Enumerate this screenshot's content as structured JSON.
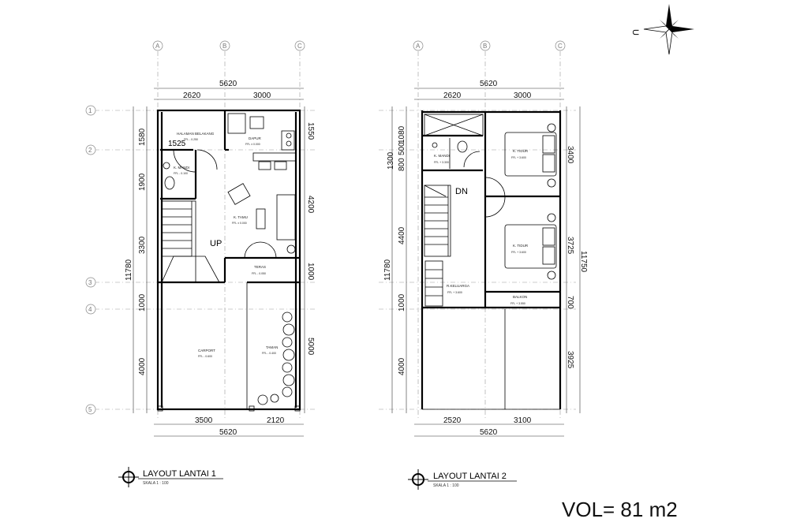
{
  "compass": {
    "north_label": "U"
  },
  "grid_columns": [
    "A",
    "B",
    "C"
  ],
  "grid_rows": [
    "1",
    "2",
    "3",
    "4",
    "5"
  ],
  "floor1": {
    "title": "LAYOUT LANTAI 1",
    "scale": "SKALA 1 : 100",
    "dims_top": {
      "total": "5620",
      "left": "2620",
      "right": "3000"
    },
    "dims_left": {
      "total": "11780",
      "segments": [
        "1580",
        "1900",
        "3300",
        "1000",
        "4000"
      ]
    },
    "dims_right": [
      "1550",
      "4200",
      "1000",
      "5000"
    ],
    "dims_bottom": {
      "left": "3500",
      "right": "2120",
      "total": "5620"
    },
    "dim_inner": "1525",
    "stair_label": "UP",
    "rooms": [
      {
        "name": "HALAMAN BELAKANG",
        "ffl": "FFL - 0.250"
      },
      {
        "name": "DAPUR",
        "ffl": "FFL ± 0.000"
      },
      {
        "name": "K. MANDI",
        "ffl": "FFL - 0.100"
      },
      {
        "name": "K. TAMU",
        "ffl": "FFL ± 0.000"
      },
      {
        "name": "TERAS",
        "ffl": "FFL - 0.050"
      },
      {
        "name": "CARPORT",
        "ffl": "FFL - 0.600"
      },
      {
        "name": "TAMAN",
        "ffl": "FFL - 0.400"
      }
    ]
  },
  "floor2": {
    "title": "LAYOUT LANTAI 2",
    "scale": "SKALA 1 : 100",
    "dims_top": {
      "total": "5620",
      "left": "2620",
      "right": "3000"
    },
    "dims_left": {
      "total": "11780",
      "segments": [
        "1080",
        "500",
        "800",
        "1300",
        "4400",
        "1000",
        "4000"
      ]
    },
    "dims_right": {
      "total": "11750",
      "segments": [
        "3400",
        "3725",
        "700",
        "3925"
      ]
    },
    "dims_bottom": {
      "left": "2520",
      "right": "3100",
      "total": "5620"
    },
    "stair_label": "DN",
    "rooms": [
      {
        "name": "K. MANDI",
        "ffl": "FFL + 3.300"
      },
      {
        "name": "K. TIDUR",
        "ffl": "FFL + 3.600"
      },
      {
        "name": "K. TIDUR",
        "ffl": "FFL + 3.600"
      },
      {
        "name": "R.KELUARGA",
        "ffl": "FFL + 3.600"
      },
      {
        "name": "BALKON",
        "ffl": "FFL + 3.550"
      }
    ]
  },
  "volume": "VOL= 81 m2"
}
